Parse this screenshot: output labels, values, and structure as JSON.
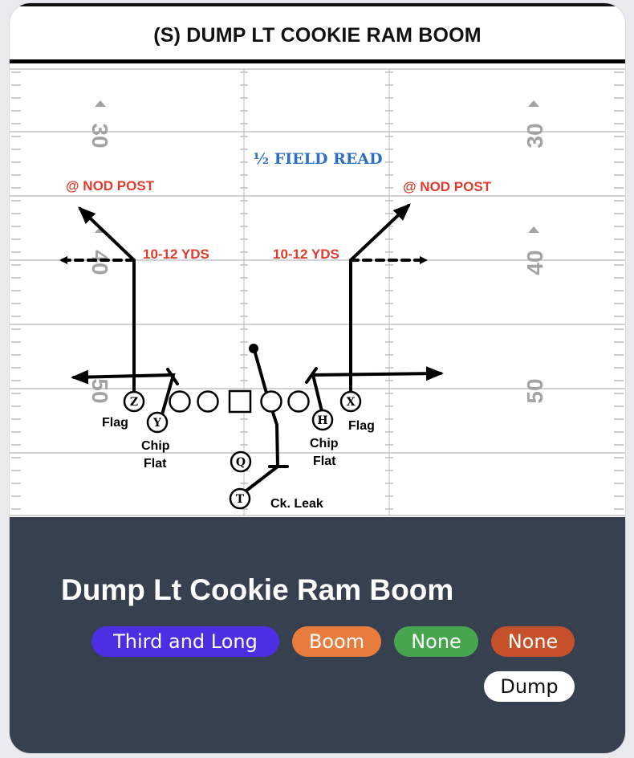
{
  "play_card": {
    "diagram_title": "(S) DUMP LT COOKIE RAM BOOM",
    "field": {
      "yard_numbers": [
        "30",
        "40",
        "50"
      ],
      "read_label": "½ FIELD READ"
    },
    "routes": {
      "left_post_label": "@ NOD POST",
      "right_post_label": "@ NOD POST",
      "left_depth_label": "10-12 YDS",
      "right_depth_label": "10-12 YDS"
    },
    "players": {
      "z": "Z",
      "y": "Y",
      "q": "Q",
      "t": "T",
      "h": "H",
      "x": "X"
    },
    "assignments": {
      "z_left": "Flag",
      "y_line1": "Chip",
      "y_line2": "Flat",
      "h_line1": "Chip",
      "h_line2": "Flat",
      "x_right": "Flag",
      "t_label": "Ck. Leak"
    }
  },
  "footer": {
    "title": "Dump Lt Cookie Ram Boom",
    "tags": {
      "down": "Third and Long",
      "concept": "Boom",
      "green": "None",
      "rust": "None",
      "family": "Dump"
    }
  },
  "colors": {
    "footer_bg": "#36404f",
    "tag_down": "#4d2fe3",
    "tag_concept": "#e87c3d",
    "tag_green": "#47a44f",
    "tag_rust": "#c4512a",
    "route_label_red": "#e03a2c",
    "read_label_blue": "#2f6fc0"
  }
}
